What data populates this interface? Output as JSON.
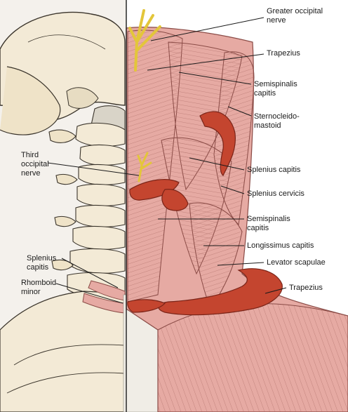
{
  "labels": {
    "greater_occipital_nerve": "Greater occipital\nnerve",
    "trapezius_top": "Trapezius",
    "semispinalis_capitis_top": "Semispinalis\ncapitis",
    "sternocleidomastoid": "Sternocleido-\nmastoid",
    "third_occipital_nerve": "Third\noccipital\nnerve",
    "splenius_capitis_right": "Splenius capitis",
    "splenius_cervicis": "Splenius cervicis",
    "semispinalis_capitis_mid": "Semispinalis\ncapitis",
    "longissimus_capitis": "Longissimus capitis",
    "levator_scapulae": "Levator scapulae",
    "splenius_capitis_left": "Splenius\ncapitis",
    "rhomboid_minor": "Rhomboid\nminor",
    "trapezius_bottom": "Trapezius"
  },
  "colors": {
    "muscle": "#e6aaa3",
    "muscle_line": "#8a4b46",
    "cut_muscle": "#c4452f",
    "nerve": "#f2e04b",
    "bone": "#f3ead6",
    "bone_line": "#3a342b",
    "skin": "#f4f1ec"
  }
}
